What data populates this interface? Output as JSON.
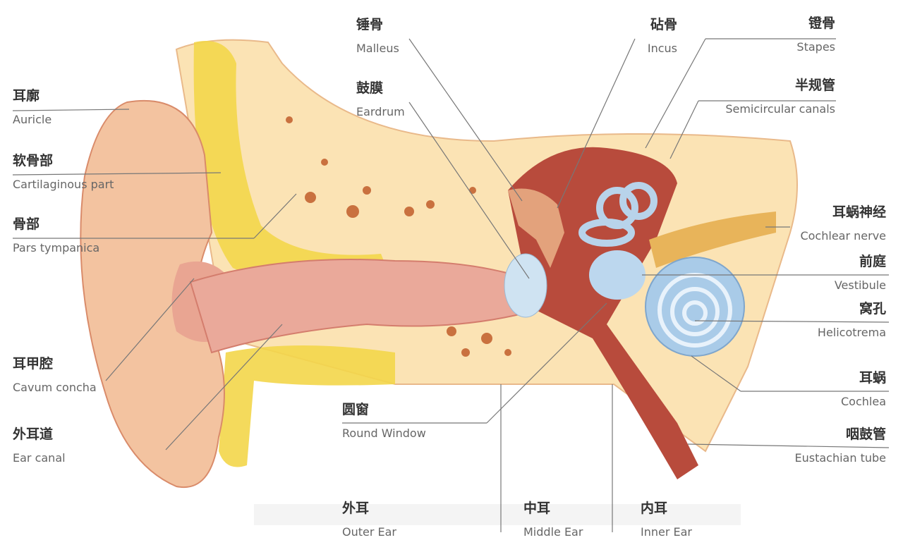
{
  "title": "Ear anatomy",
  "labels": {
    "auricle": {
      "zh": "耳廓",
      "en": "Auricle"
    },
    "cartilaginous": {
      "zh": "软骨部",
      "en": "Cartilaginous part"
    },
    "pars_tympanica": {
      "zh": "骨部",
      "en": "Pars tympanica"
    },
    "cavum_concha": {
      "zh": "耳甲腔",
      "en": "Cavum concha"
    },
    "ear_canal": {
      "zh": "外耳道",
      "en": "Ear canal"
    },
    "malleus": {
      "zh": "锤骨",
      "en": "Malleus"
    },
    "eardrum": {
      "zh": "鼓膜",
      "en": "Eardrum"
    },
    "incus": {
      "zh": "砧骨",
      "en": "Incus"
    },
    "stapes": {
      "zh": "镫骨",
      "en": "Stapes"
    },
    "semicircular": {
      "zh": "半规管",
      "en": "Semicircular canals"
    },
    "cochlear_nerve": {
      "zh": "耳蜗神经",
      "en": "Cochlear nerve"
    },
    "vestibule": {
      "zh": "前庭",
      "en": "Vestibule"
    },
    "helicotrema": {
      "zh": "窝孔",
      "en": "Helicotrema"
    },
    "cochlea": {
      "zh": "耳蜗",
      "en": "Cochlea"
    },
    "eustachian": {
      "zh": "咽鼓管",
      "en": "Eustachian tube"
    },
    "round_window": {
      "zh": "圆窗",
      "en": "Round Window"
    }
  },
  "sections": {
    "outer": {
      "zh": "外耳",
      "en": "Outer Ear"
    },
    "middle": {
      "zh": "中耳",
      "en": "Middle Ear"
    },
    "inner": {
      "zh": "内耳",
      "en": "Inner Ear"
    }
  },
  "colors": {
    "skin": "#f3c3a0",
    "bone": "#fbe3b4",
    "cartilage": "#f3d64a",
    "canal": "#e9a592",
    "middle": "#b84b3c",
    "cochlea": "#a9cbe8"
  }
}
